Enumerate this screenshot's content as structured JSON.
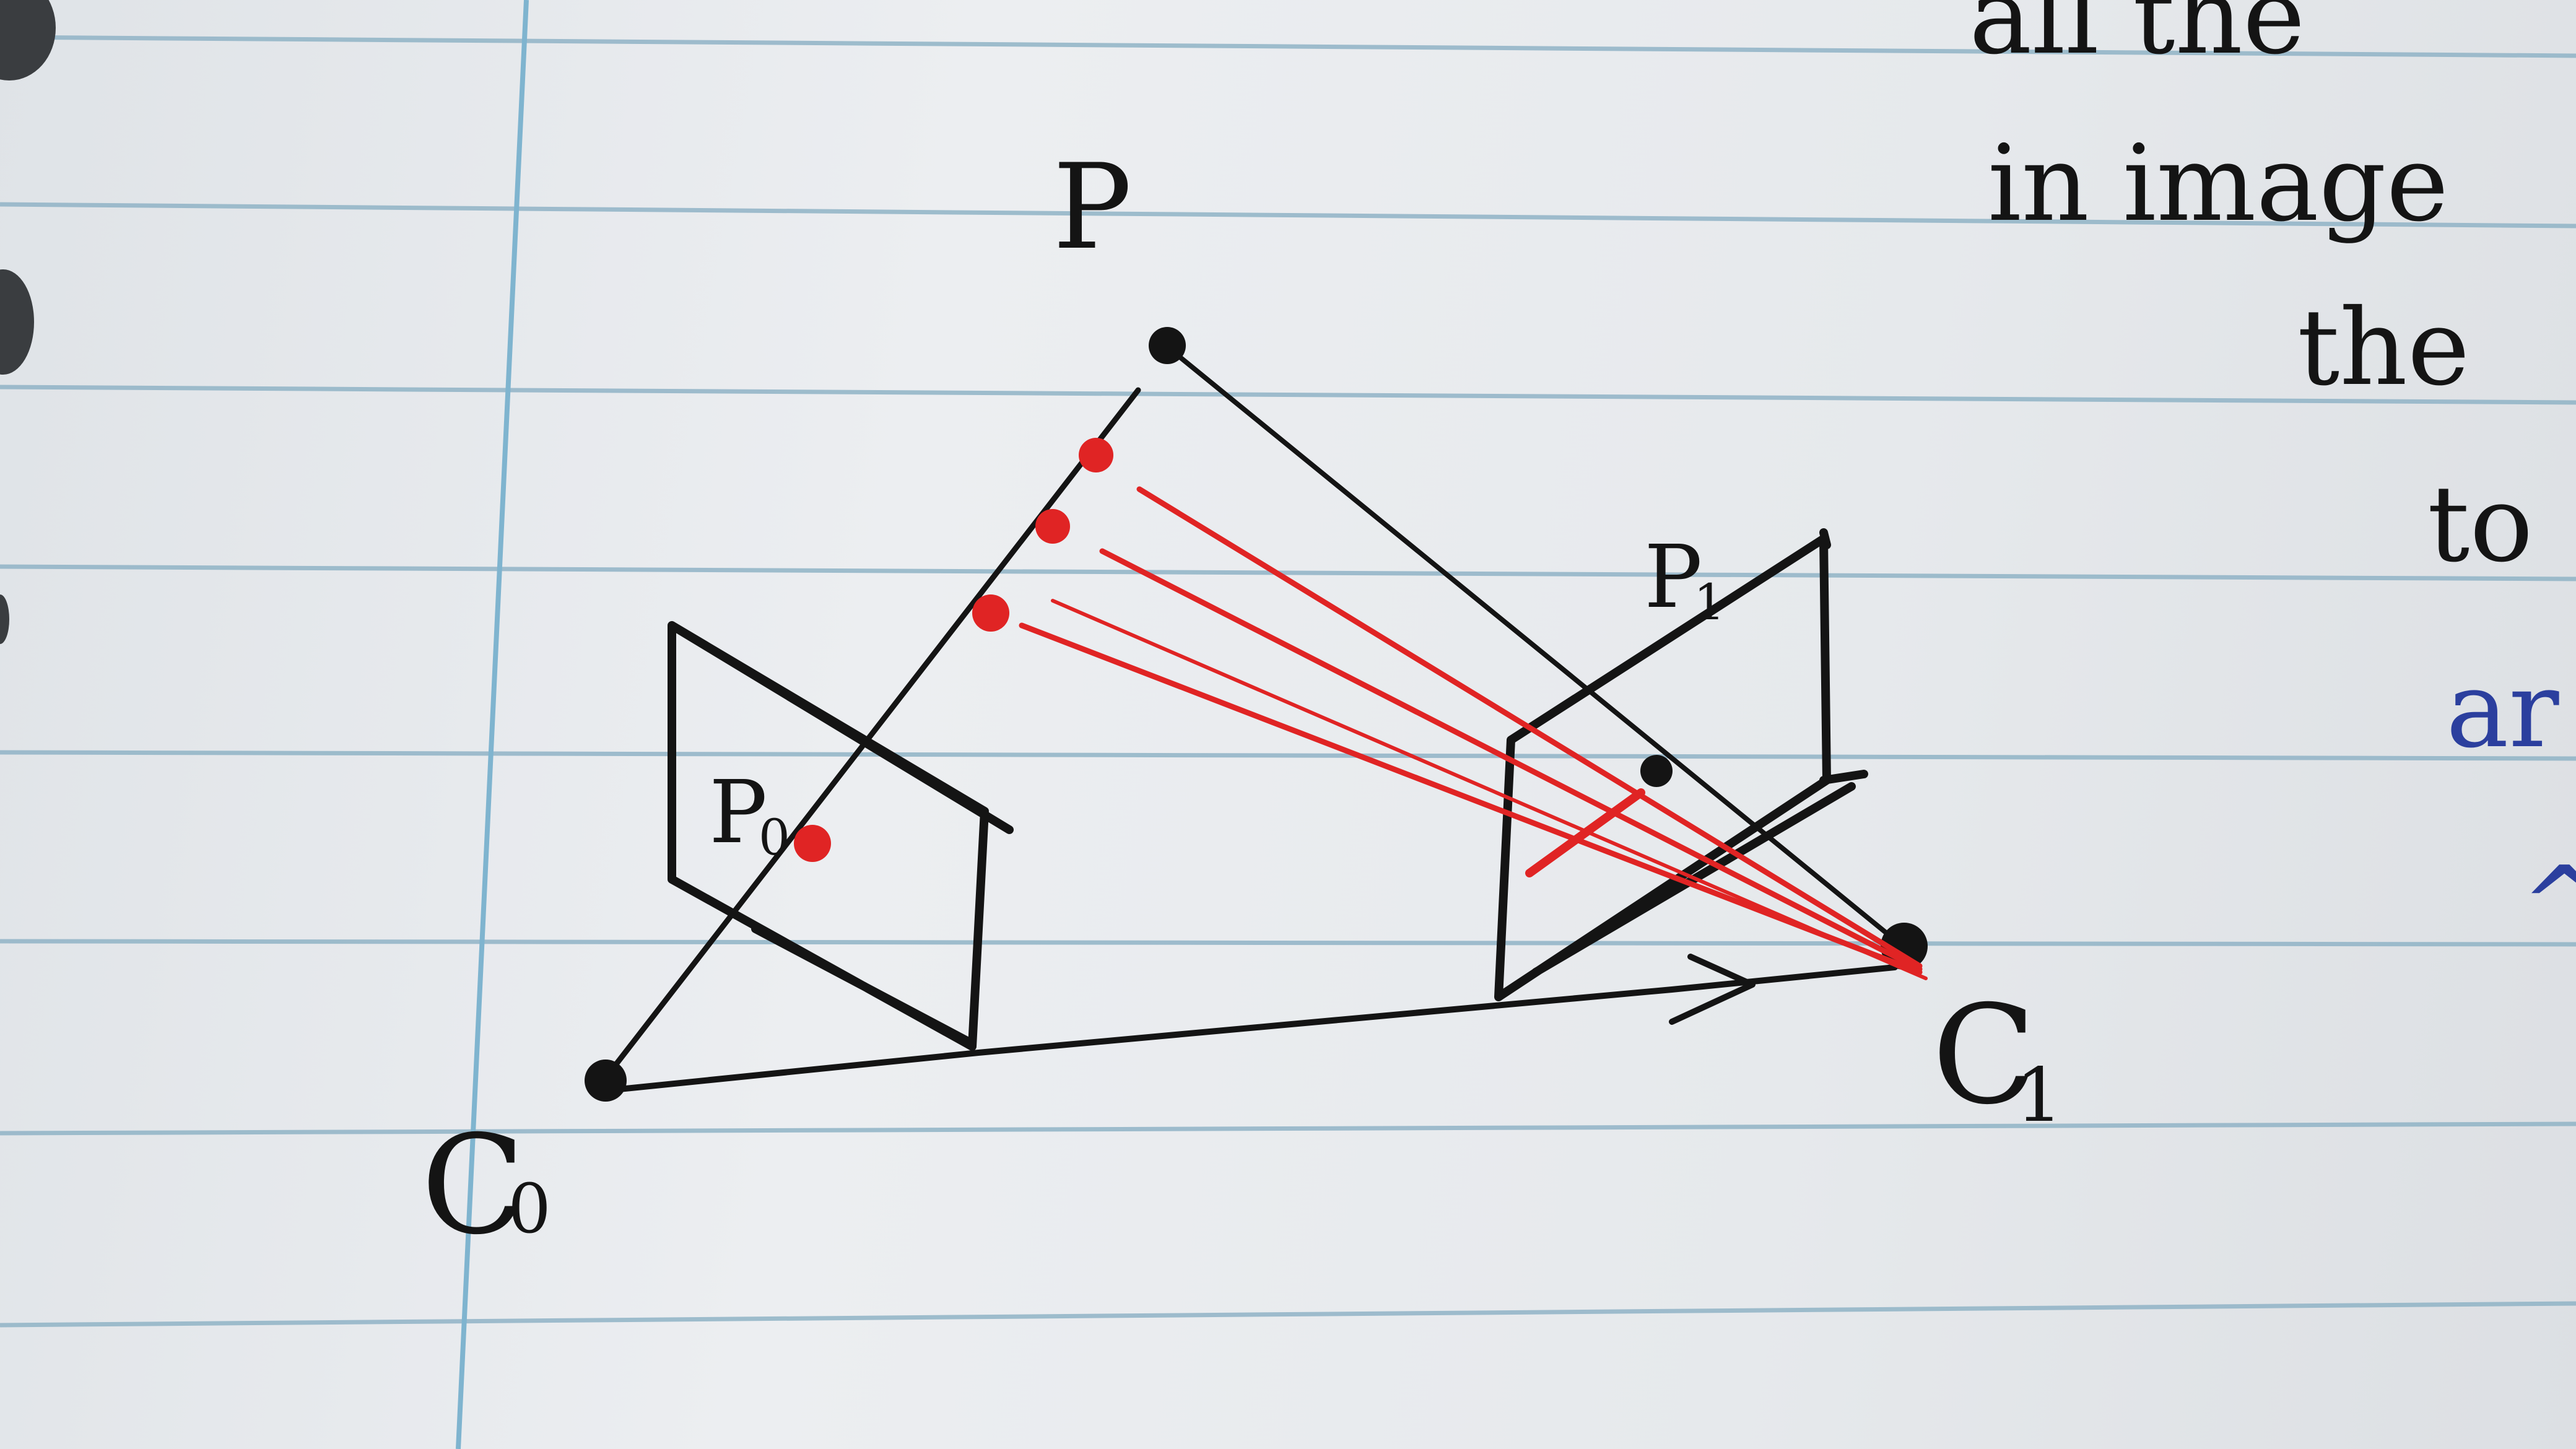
{
  "colors": {
    "paper": "#eceef1",
    "rule_line": "#8fb3c6",
    "margin_line": "#7fb4cf",
    "ink_black": "#141414",
    "ink_red": "#e02424",
    "ink_blue": "#2b3f9e",
    "punch_hole": "#3a3d40"
  },
  "diagram": {
    "point_label": "P",
    "camera0_label": "C",
    "camera0_subscript": "0",
    "camera1_label": "C",
    "camera1_subscript": "1",
    "proj0_label": "P",
    "proj0_subscript": "0",
    "proj1_label": "P",
    "proj1_subscript": "1"
  },
  "margin_notes": [
    {
      "text": "all  the",
      "color": "black"
    },
    {
      "text": "in  image",
      "color": "black"
    },
    {
      "text": "the",
      "color": "black"
    },
    {
      "text": "to",
      "color": "black"
    },
    {
      "text": "ar",
      "color": "blue"
    },
    {
      "text": "^",
      "color": "blue"
    }
  ]
}
